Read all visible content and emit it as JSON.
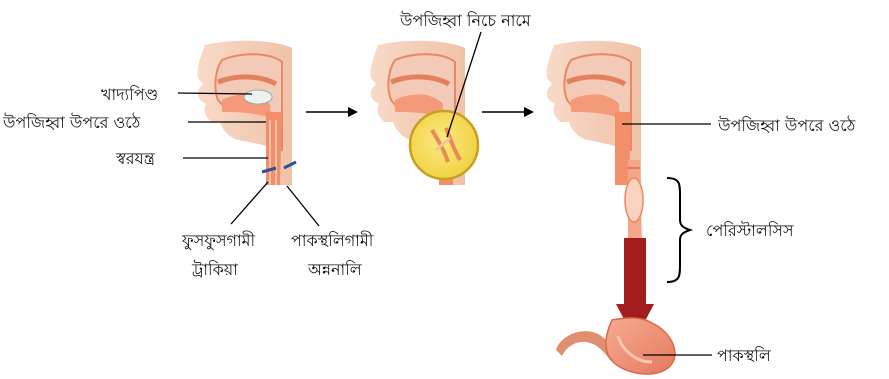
{
  "labels": {
    "bolus": "খাদ্যপিণ্ড",
    "epiglottis_up": "উপজিহ্বা উপরে ওঠে",
    "larynx": "স্বরযন্ত্র",
    "trachea_line1": "ফুসফুসগামী",
    "trachea_line2": "ট্রাকিয়া",
    "esophagus_line1": "পাকস্থলিগামী",
    "esophagus_line2": "অন্ননালি",
    "epiglottis_down": "উপজিহ্বা নিচে নামে",
    "epiglottis_up_right": "উপজিহ্বা উপরে ওঠে",
    "peristalsis": "পেরিস্টালসিস",
    "stomach": "পাকস্থলি"
  },
  "colors": {
    "skin": "#f4cfb3",
    "tissue": "#f08f6c",
    "tissue_light": "#f7b89b",
    "cavity": "#f3d0c2",
    "magnifier": "#f8e26a",
    "magnifier_edge": "#c8a020",
    "arrow_dark": "#9c1a1c",
    "arrow_pale": "#e8a7a0",
    "stomach": "#ef8d73",
    "line": "#000000"
  },
  "icons": [
    "right-arrow-icon",
    "brace-icon",
    "peristalsis-arrow-icon",
    "magnifier-icon"
  ]
}
